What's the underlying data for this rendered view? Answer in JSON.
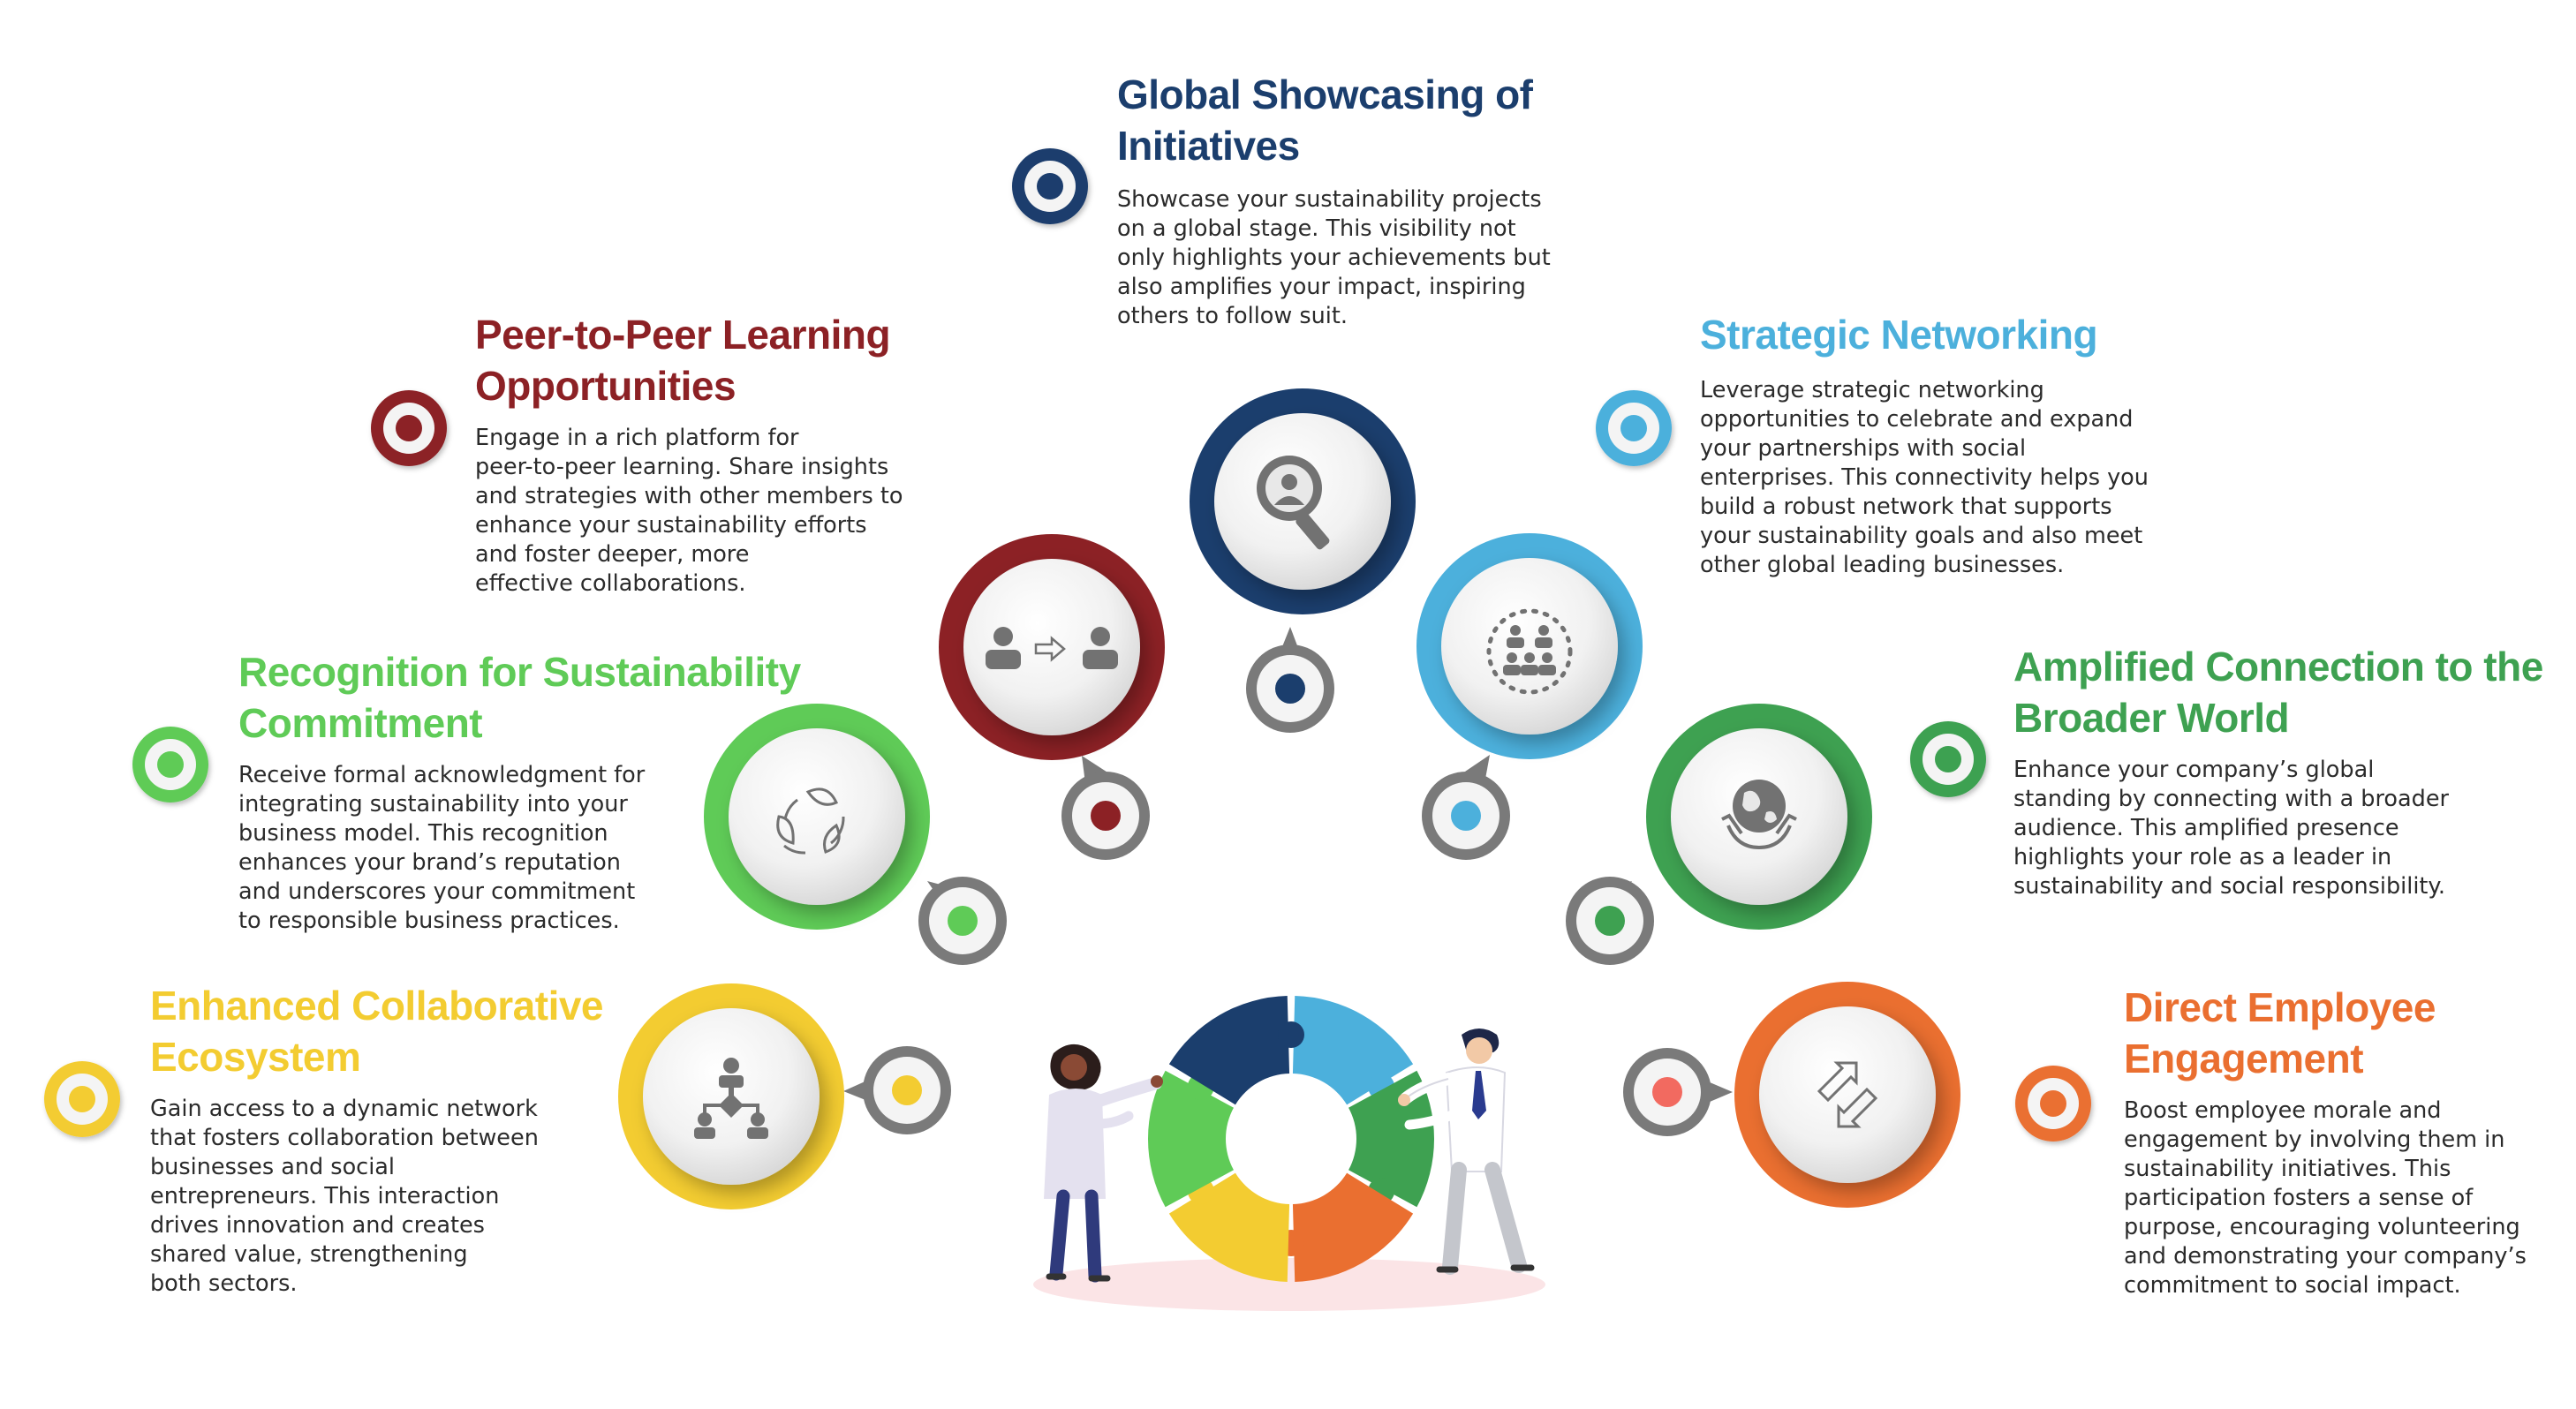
{
  "colors": {
    "navy": "#1b3e6d",
    "maroon": "#8c2125",
    "light_blue": "#4cb0dc",
    "lime": "#5fcb57",
    "dark_green": "#3ea151",
    "yellow": "#f3cc31",
    "orange": "#ea6f30",
    "gray_ring": "#7a7a7a",
    "icon_gray": "#727272"
  },
  "items": [
    {
      "key": "global",
      "icon": "magnifier-person-icon",
      "title": [
        "Global Showcasing of",
        "Initiatives"
      ],
      "desc": [
        "Showcase your sustainability projects",
        "on a global stage. This visibility not",
        "only highlights your achievements but",
        "also amplifies your impact, inspiring",
        "others to follow suit."
      ]
    },
    {
      "key": "peer",
      "icon": "person-transfer-icon",
      "title": [
        "Peer-to-Peer Learning",
        "Opportunities"
      ],
      "desc": [
        "Engage in a rich platform for",
        "peer-to-peer learning. Share insights",
        "and strategies with other members to",
        "enhance your sustainability efforts",
        "and foster deeper, more",
        "effective collaborations."
      ]
    },
    {
      "key": "strategic",
      "icon": "network-group-icon",
      "title": [
        "Strategic Networking"
      ],
      "desc": [
        "Leverage strategic networking",
        "opportunities to celebrate and expand",
        "your partnerships with social",
        "enterprises. This connectivity helps you",
        "build a robust network that supports",
        "your sustainability goals and also meet",
        "other global leading businesses."
      ]
    },
    {
      "key": "recognition",
      "icon": "recycle-leaf-icon",
      "title": [
        "Recognition for Sustainability",
        "Commitment"
      ],
      "desc": [
        "Receive formal acknowledgment for",
        "integrating sustainability into your",
        "business model. This recognition",
        "enhances your brand’s reputation",
        "and underscores your commitment",
        "to responsible business practices."
      ]
    },
    {
      "key": "amplified",
      "icon": "globe-hands-icon",
      "title": [
        "Amplified Connection to the",
        "Broader World"
      ],
      "desc": [
        "Enhance your company’s global",
        "standing by connecting with a broader",
        "audience. This amplified presence",
        "highlights your role as a leader in",
        "sustainability and social responsibility."
      ]
    },
    {
      "key": "enhanced",
      "icon": "org-chart-icon",
      "title": [
        "Enhanced Collaborative",
        "Ecosystem"
      ],
      "desc": [
        "Gain access to a dynamic network",
        "that fosters collaboration between",
        "businesses and social",
        "entrepreneurs. This interaction",
        "drives innovation and creates",
        "shared value, strengthening",
        "both sectors."
      ]
    },
    {
      "key": "direct",
      "icon": "exchange-arrows-icon",
      "title": [
        "Direct Employee",
        "Engagement"
      ],
      "desc": [
        "Boost employee morale and",
        "engagement by involving them in",
        "sustainability initiatives. This",
        "participation fosters a sense of",
        "purpose, encouraging volunteering",
        "and demonstrating your company’s",
        "commitment to social impact."
      ]
    }
  ]
}
